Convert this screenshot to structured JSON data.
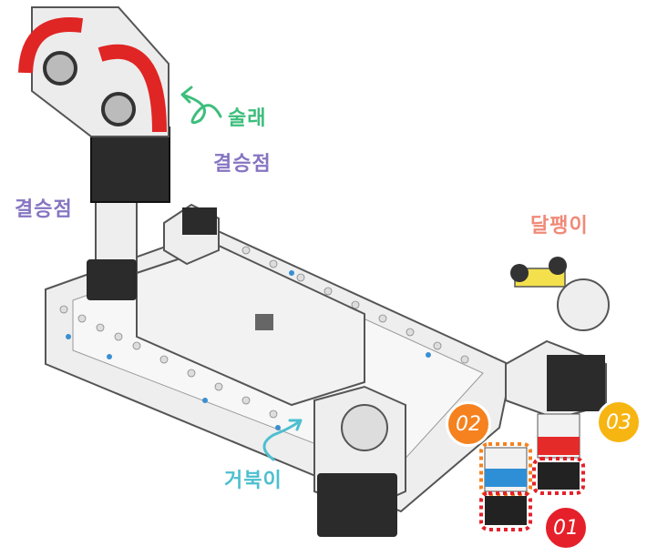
{
  "labels": {
    "tagger": "술래",
    "finish_top": "결승점",
    "finish_left": "결승점",
    "snail": "달팽이",
    "turtle": "거북이"
  },
  "markers": {
    "m01": "01",
    "m02": "02",
    "m03": "03"
  },
  "colors": {
    "tagger": "#3dbe7c",
    "finish": "#8774c2",
    "snail": "#f08a78",
    "turtle": "#4dbfcf",
    "m01": "#e5202a",
    "m02": "#f5821f",
    "m03": "#f7b512"
  }
}
